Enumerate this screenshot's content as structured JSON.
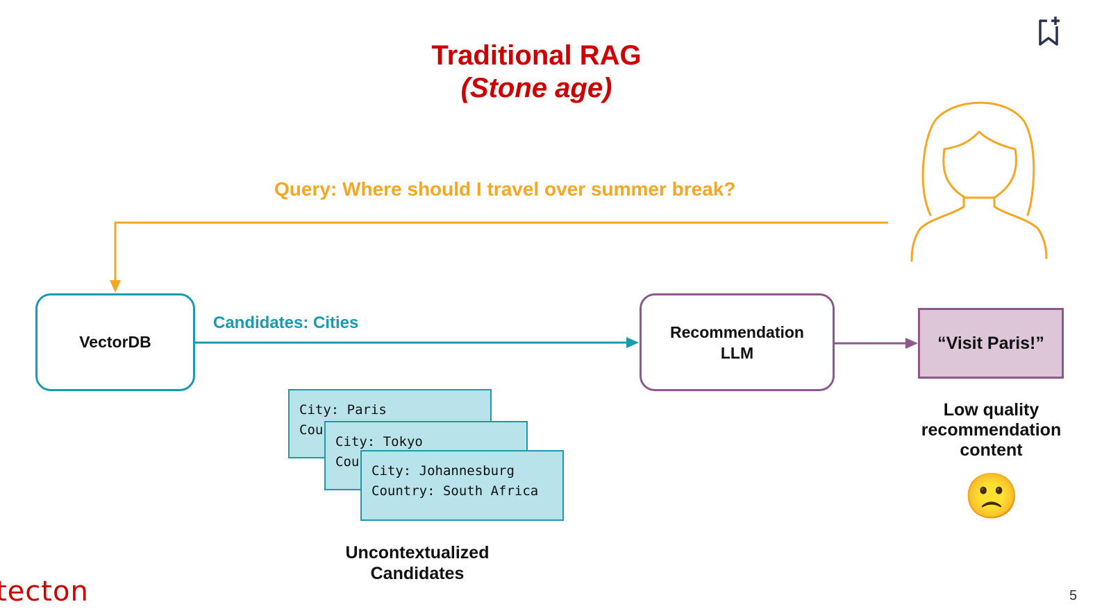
{
  "title": {
    "line1": "Traditional RAG",
    "line2": "(Stone age)"
  },
  "query": "Query: Where should I travel over summer break?",
  "vectordb": "VectorDB",
  "candidates_label": "Candidates: Cities",
  "llm": {
    "line1": "Recommendation",
    "line2": "LLM"
  },
  "output": "“Visit Paris!”",
  "cards": [
    {
      "city": "City: Paris",
      "country": "Cou"
    },
    {
      "city": "City: Tokyo",
      "country": "Cou"
    },
    {
      "city": "City: Johannesburg",
      "country": "Country: South Africa"
    }
  ],
  "uncontext": {
    "line1": "Uncontextualized",
    "line2": "Candidates"
  },
  "low_quality": {
    "line1": "Low quality",
    "line2": "recommendation",
    "line3": "content"
  },
  "emoji": "🙁",
  "logo": "tecton",
  "page_number": "5",
  "colors": {
    "red": "#cc0000",
    "orange": "#f5a623",
    "teal": "#1a9aae",
    "purple": "#8b5a8b"
  }
}
